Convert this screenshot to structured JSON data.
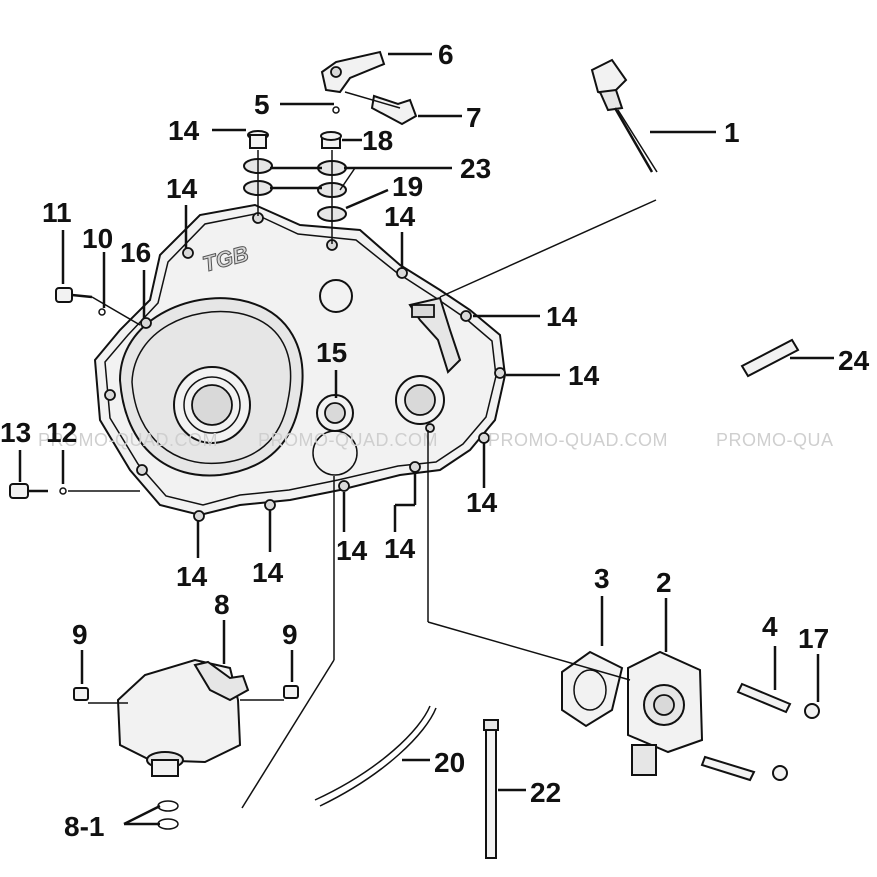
{
  "watermark": {
    "texts": [
      "PROMO-QUAD.COM",
      "PROMO-QUAD.COM",
      "PROMO-QUAD.COM",
      "PROMO-QUA"
    ]
  },
  "cover_logo": "TGB",
  "callouts": {
    "c1": "1",
    "c2": "2",
    "c3": "3",
    "c4": "4",
    "c5": "5",
    "c6": "6",
    "c7": "7",
    "c8": "8",
    "c8_1": "8-1",
    "c9_left": "9",
    "c9_right": "9",
    "c10": "10",
    "c11": "11",
    "c12": "12",
    "c13": "13",
    "c14_a": "14",
    "c14_b": "14",
    "c14_c": "14",
    "c14_d": "14",
    "c14_e": "14",
    "c14_f": "14",
    "c14_g": "14",
    "c14_h": "14",
    "c14_i": "14",
    "c14_j": "14",
    "c15": "15",
    "c16": "16",
    "c17": "17",
    "c18": "18",
    "c19": "19",
    "c20": "20",
    "c22": "22",
    "c23": "23",
    "c24": "24"
  }
}
